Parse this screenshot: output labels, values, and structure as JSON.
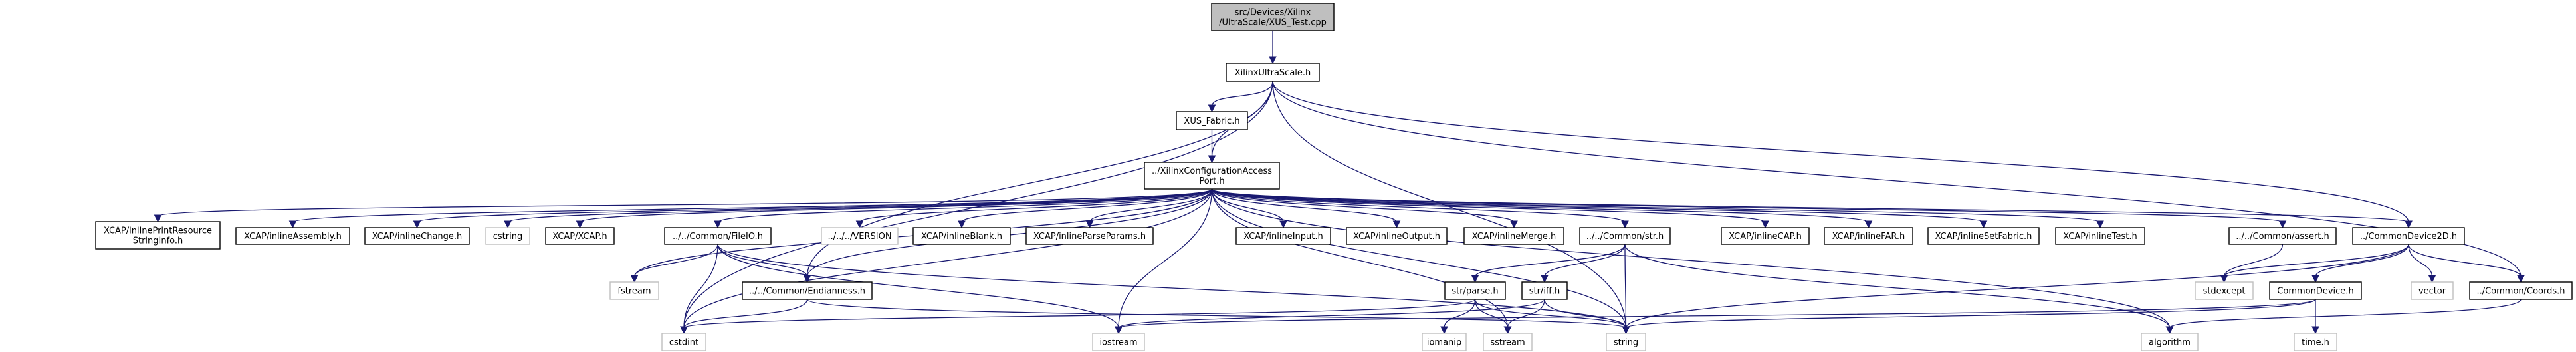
{
  "title": "Include dependency graph for XUS_Test.cpp",
  "colors": {
    "edge": "#191970",
    "root_fill": "#bfbfbf",
    "local_border": "#000000",
    "system_border": "#bfbfbf"
  },
  "nodes": {
    "root": {
      "lines": [
        "src/Devices/Xilinx",
        "/UltraScale/XUS_Test.cpp"
      ],
      "kind": "root"
    },
    "xus": {
      "lines": [
        "XilinxUltraScale.h"
      ],
      "kind": "local"
    },
    "fabric": {
      "lines": [
        "XUS_Fabric.h"
      ],
      "kind": "local"
    },
    "xcap": {
      "lines": [
        "../XilinxConfigurationAccess",
        "Port.h"
      ],
      "kind": "local"
    },
    "printres": {
      "lines": [
        "XCAP/inlinePrintResource",
        "StringInfo.h"
      ],
      "kind": "local"
    },
    "assembly": {
      "lines": [
        "XCAP/inlineAssembly.h"
      ],
      "kind": "local"
    },
    "change": {
      "lines": [
        "XCAP/inlineChange.h"
      ],
      "kind": "local"
    },
    "cstring": {
      "lines": [
        "cstring"
      ],
      "kind": "system"
    },
    "xcaph": {
      "lines": [
        "XCAP/XCAP.h"
      ],
      "kind": "local"
    },
    "fileio": {
      "lines": [
        "../../Common/FileIO.h"
      ],
      "kind": "local"
    },
    "version": {
      "lines": [
        "../../../VERSION"
      ],
      "kind": "system"
    },
    "blank": {
      "lines": [
        "XCAP/inlineBlank.h"
      ],
      "kind": "local"
    },
    "parseparams": {
      "lines": [
        "XCAP/inlineParseParams.h"
      ],
      "kind": "local"
    },
    "input": {
      "lines": [
        "XCAP/inlineInput.h"
      ],
      "kind": "local"
    },
    "output": {
      "lines": [
        "XCAP/inlineOutput.h"
      ],
      "kind": "local"
    },
    "merge": {
      "lines": [
        "XCAP/inlineMerge.h"
      ],
      "kind": "local"
    },
    "strh": {
      "lines": [
        "../../Common/str.h"
      ],
      "kind": "local"
    },
    "cap": {
      "lines": [
        "XCAP/inlineCAP.h"
      ],
      "kind": "local"
    },
    "far": {
      "lines": [
        "XCAP/inlineFAR.h"
      ],
      "kind": "local"
    },
    "setfabric": {
      "lines": [
        "XCAP/inlineSetFabric.h"
      ],
      "kind": "local"
    },
    "test": {
      "lines": [
        "XCAP/inlineTest.h"
      ],
      "kind": "local"
    },
    "assert": {
      "lines": [
        "../../Common/assert.h"
      ],
      "kind": "local"
    },
    "cd2d": {
      "lines": [
        "../CommonDevice2D.h"
      ],
      "kind": "local"
    },
    "fstream": {
      "lines": [
        "fstream"
      ],
      "kind": "system"
    },
    "endian": {
      "lines": [
        "../../Common/Endianness.h"
      ],
      "kind": "local"
    },
    "parse": {
      "lines": [
        "str/parse.h"
      ],
      "kind": "local"
    },
    "iff": {
      "lines": [
        "str/iff.h"
      ],
      "kind": "local"
    },
    "stdexcept": {
      "lines": [
        "stdexcept"
      ],
      "kind": "system"
    },
    "commondevice": {
      "lines": [
        "CommonDevice.h"
      ],
      "kind": "local"
    },
    "vector": {
      "lines": [
        "vector"
      ],
      "kind": "system"
    },
    "coords": {
      "lines": [
        "../Common/Coords.h"
      ],
      "kind": "local"
    },
    "cstdint": {
      "lines": [
        "cstdint"
      ],
      "kind": "system"
    },
    "iostream": {
      "lines": [
        "iostream"
      ],
      "kind": "system"
    },
    "iomanip": {
      "lines": [
        "iomanip"
      ],
      "kind": "system"
    },
    "sstream": {
      "lines": [
        "sstream"
      ],
      "kind": "system"
    },
    "string": {
      "lines": [
        "string"
      ],
      "kind": "system"
    },
    "algorithm": {
      "lines": [
        "algorithm"
      ],
      "kind": "system"
    },
    "timeh": {
      "lines": [
        "time.h"
      ],
      "kind": "system"
    }
  },
  "edges": [
    [
      "root",
      "xus"
    ],
    [
      "xus",
      "fabric"
    ],
    [
      "xus",
      "xcap"
    ],
    [
      "xus",
      "cstdint"
    ],
    [
      "xus",
      "endian"
    ],
    [
      "xus",
      "string"
    ],
    [
      "xus",
      "cd2d"
    ],
    [
      "xus",
      "coords"
    ],
    [
      "fabric",
      "xcap"
    ],
    [
      "xcap",
      "printres"
    ],
    [
      "xcap",
      "assembly"
    ],
    [
      "xcap",
      "change"
    ],
    [
      "xcap",
      "cstring"
    ],
    [
      "xcap",
      "xcaph"
    ],
    [
      "xcap",
      "fileio"
    ],
    [
      "xcap",
      "version"
    ],
    [
      "xcap",
      "blank"
    ],
    [
      "xcap",
      "parseparams"
    ],
    [
      "xcap",
      "input"
    ],
    [
      "xcap",
      "output"
    ],
    [
      "xcap",
      "merge"
    ],
    [
      "xcap",
      "strh"
    ],
    [
      "xcap",
      "cap"
    ],
    [
      "xcap",
      "far"
    ],
    [
      "xcap",
      "setfabric"
    ],
    [
      "xcap",
      "test"
    ],
    [
      "xcap",
      "assert"
    ],
    [
      "xcap",
      "cd2d"
    ],
    [
      "xcap",
      "fstream"
    ],
    [
      "xcap",
      "endian"
    ],
    [
      "xcap",
      "cstdint"
    ],
    [
      "xcap",
      "iostream"
    ],
    [
      "xcap",
      "sstream"
    ],
    [
      "xcap",
      "string"
    ],
    [
      "xcap",
      "algorithm"
    ],
    [
      "fileio",
      "fstream"
    ],
    [
      "fileio",
      "endian"
    ],
    [
      "fileio",
      "cstdint"
    ],
    [
      "fileio",
      "iostream"
    ],
    [
      "fileio",
      "string"
    ],
    [
      "endian",
      "cstdint"
    ],
    [
      "endian",
      "string"
    ],
    [
      "strh",
      "parse"
    ],
    [
      "strh",
      "iff"
    ],
    [
      "strh",
      "string"
    ],
    [
      "strh",
      "algorithm"
    ],
    [
      "parse",
      "cstdint"
    ],
    [
      "parse",
      "iomanip"
    ],
    [
      "parse",
      "sstream"
    ],
    [
      "parse",
      "string"
    ],
    [
      "iff",
      "iostream"
    ],
    [
      "iff",
      "sstream"
    ],
    [
      "iff",
      "string"
    ],
    [
      "assert",
      "stdexcept"
    ],
    [
      "cd2d",
      "stdexcept"
    ],
    [
      "cd2d",
      "commondevice"
    ],
    [
      "cd2d",
      "vector"
    ],
    [
      "cd2d",
      "coords"
    ],
    [
      "cd2d",
      "string"
    ],
    [
      "commondevice",
      "iostream"
    ],
    [
      "commondevice",
      "string"
    ],
    [
      "commondevice",
      "timeh"
    ],
    [
      "coords",
      "algorithm"
    ]
  ]
}
